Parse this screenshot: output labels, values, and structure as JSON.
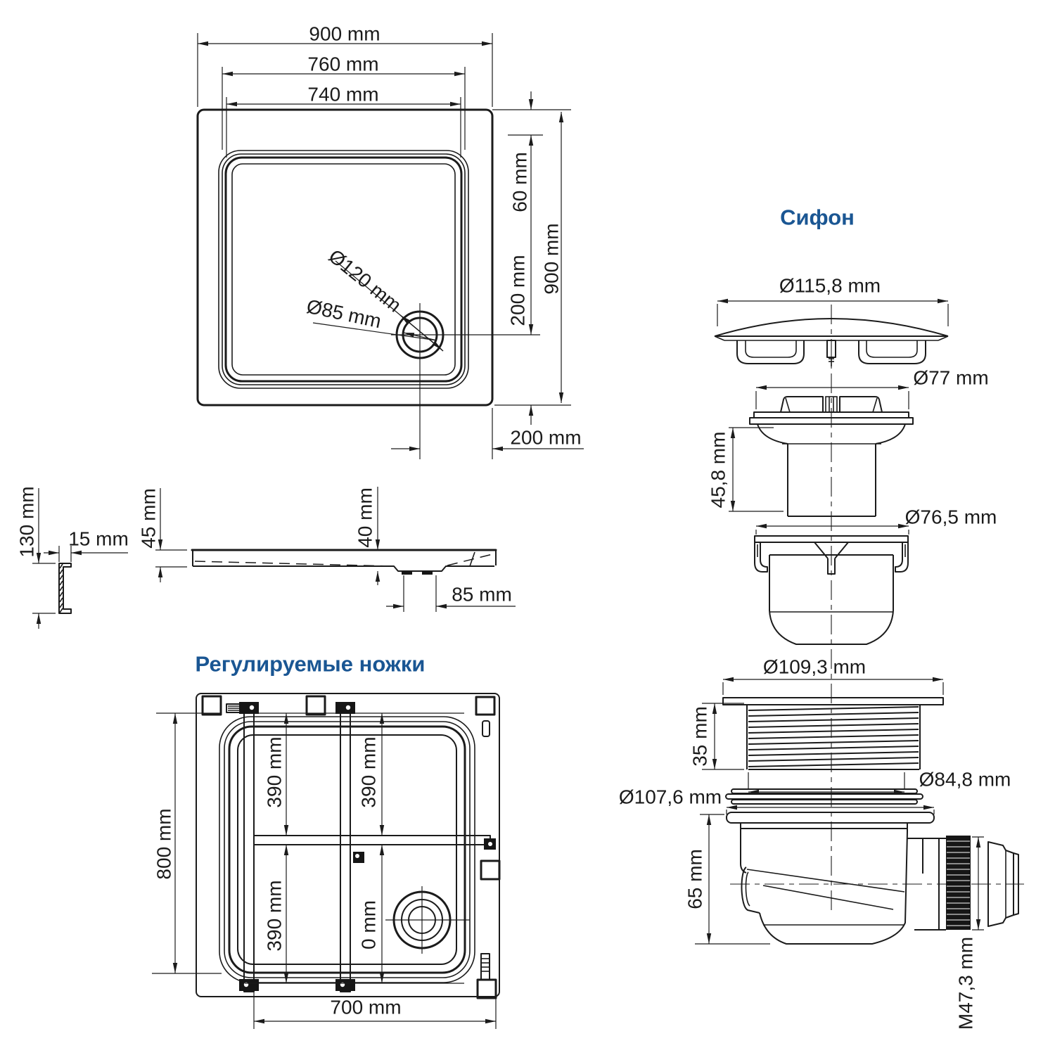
{
  "colors": {
    "accent": "#1A5693",
    "ink": "#1b1b1b"
  },
  "siphon": {
    "title": "Сифон",
    "cap_diameter": "Ø115,8 mm",
    "flange_diameter": "Ø77 mm",
    "body_height": "45,8 mm",
    "cup_diameter": "Ø76,5 mm",
    "ring_top_diameter": "Ø109,3 mm",
    "ring_height": "35 mm",
    "ring_bottom_diameter": "Ø84,8 mm",
    "gasket_diameter": "Ø107,6 mm",
    "trap_height": "65 mm",
    "outlet_thread": "M47,3 mm"
  },
  "legs": {
    "title": "Регулируемые ножки",
    "height": "800 mm",
    "rail_top_left": "390 mm",
    "rail_top_right": "390 mm",
    "rail_bottom_left": "390 mm",
    "rail_bottom_right": "0 mm",
    "width": "700 mm"
  },
  "top_view": {
    "outer_width": "900 mm",
    "rim_width": "760 mm",
    "basin_width": "740 mm",
    "rim_offset": "60 mm",
    "drain_offset_v": "200 mm",
    "outer_height": "900 mm",
    "drain_offset_h": "200 mm",
    "drain_outer": "Ø120 mm",
    "drain_inner": "Ø85 mm"
  },
  "side_view": {
    "panel_height": "130 mm",
    "panel_thickness": "15 mm",
    "edge_height": "45 mm",
    "inner_depth": "40 mm",
    "drain_width": "85 mm"
  }
}
